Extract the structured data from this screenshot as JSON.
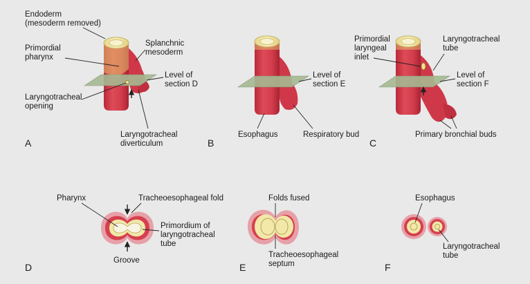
{
  "panel_a": {
    "letter": "A",
    "endoderm_1": "Endoderm",
    "endoderm_2": "(mesoderm removed)",
    "pharynx_1": "Primordial",
    "pharynx_2": "pharynx",
    "splanchnic_1": "Splanchnic",
    "splanchnic_2": "mesoderm",
    "level_1": "Level of",
    "level_2": "section D",
    "opening_1": "Laryngotracheal",
    "opening_2": "opening",
    "diverticulum_1": "Laryngotracheal",
    "diverticulum_2": "diverticulum"
  },
  "panel_b": {
    "letter": "B",
    "level_1": "Level of",
    "level_2": "section E",
    "esophagus": "Esophagus",
    "bud": "Respiratory bud"
  },
  "panel_c": {
    "letter": "C",
    "inlet_1": "Primordial",
    "inlet_2": "laryngeal",
    "inlet_3": "inlet",
    "tube_1": "Laryngotracheal",
    "tube_2": "tube",
    "level_1": "Level of",
    "level_2": "section F",
    "buds": "Primary bronchial buds"
  },
  "panel_d": {
    "letter": "D",
    "pharynx": "Pharynx",
    "fold": "Tracheoesophageal fold",
    "primordium_1": "Primordium of",
    "primordium_2": "laryngotracheal",
    "primordium_3": "tube",
    "groove": "Groove"
  },
  "panel_e": {
    "letter": "E",
    "fused": "Folds fused",
    "septum_1": "Tracheoesophageal",
    "septum_2": "septum"
  },
  "panel_f": {
    "letter": "F",
    "esophagus": "Esophagus",
    "tube_1": "Laryngotracheal",
    "tube_2": "tube"
  },
  "colors": {
    "tube_red": "#d8414f",
    "tube_dark": "#b82a3a",
    "endoderm_yellow": "#f1e6a3",
    "plane_green": "#a6b992",
    "ring_pink": "#e7a0a8"
  }
}
